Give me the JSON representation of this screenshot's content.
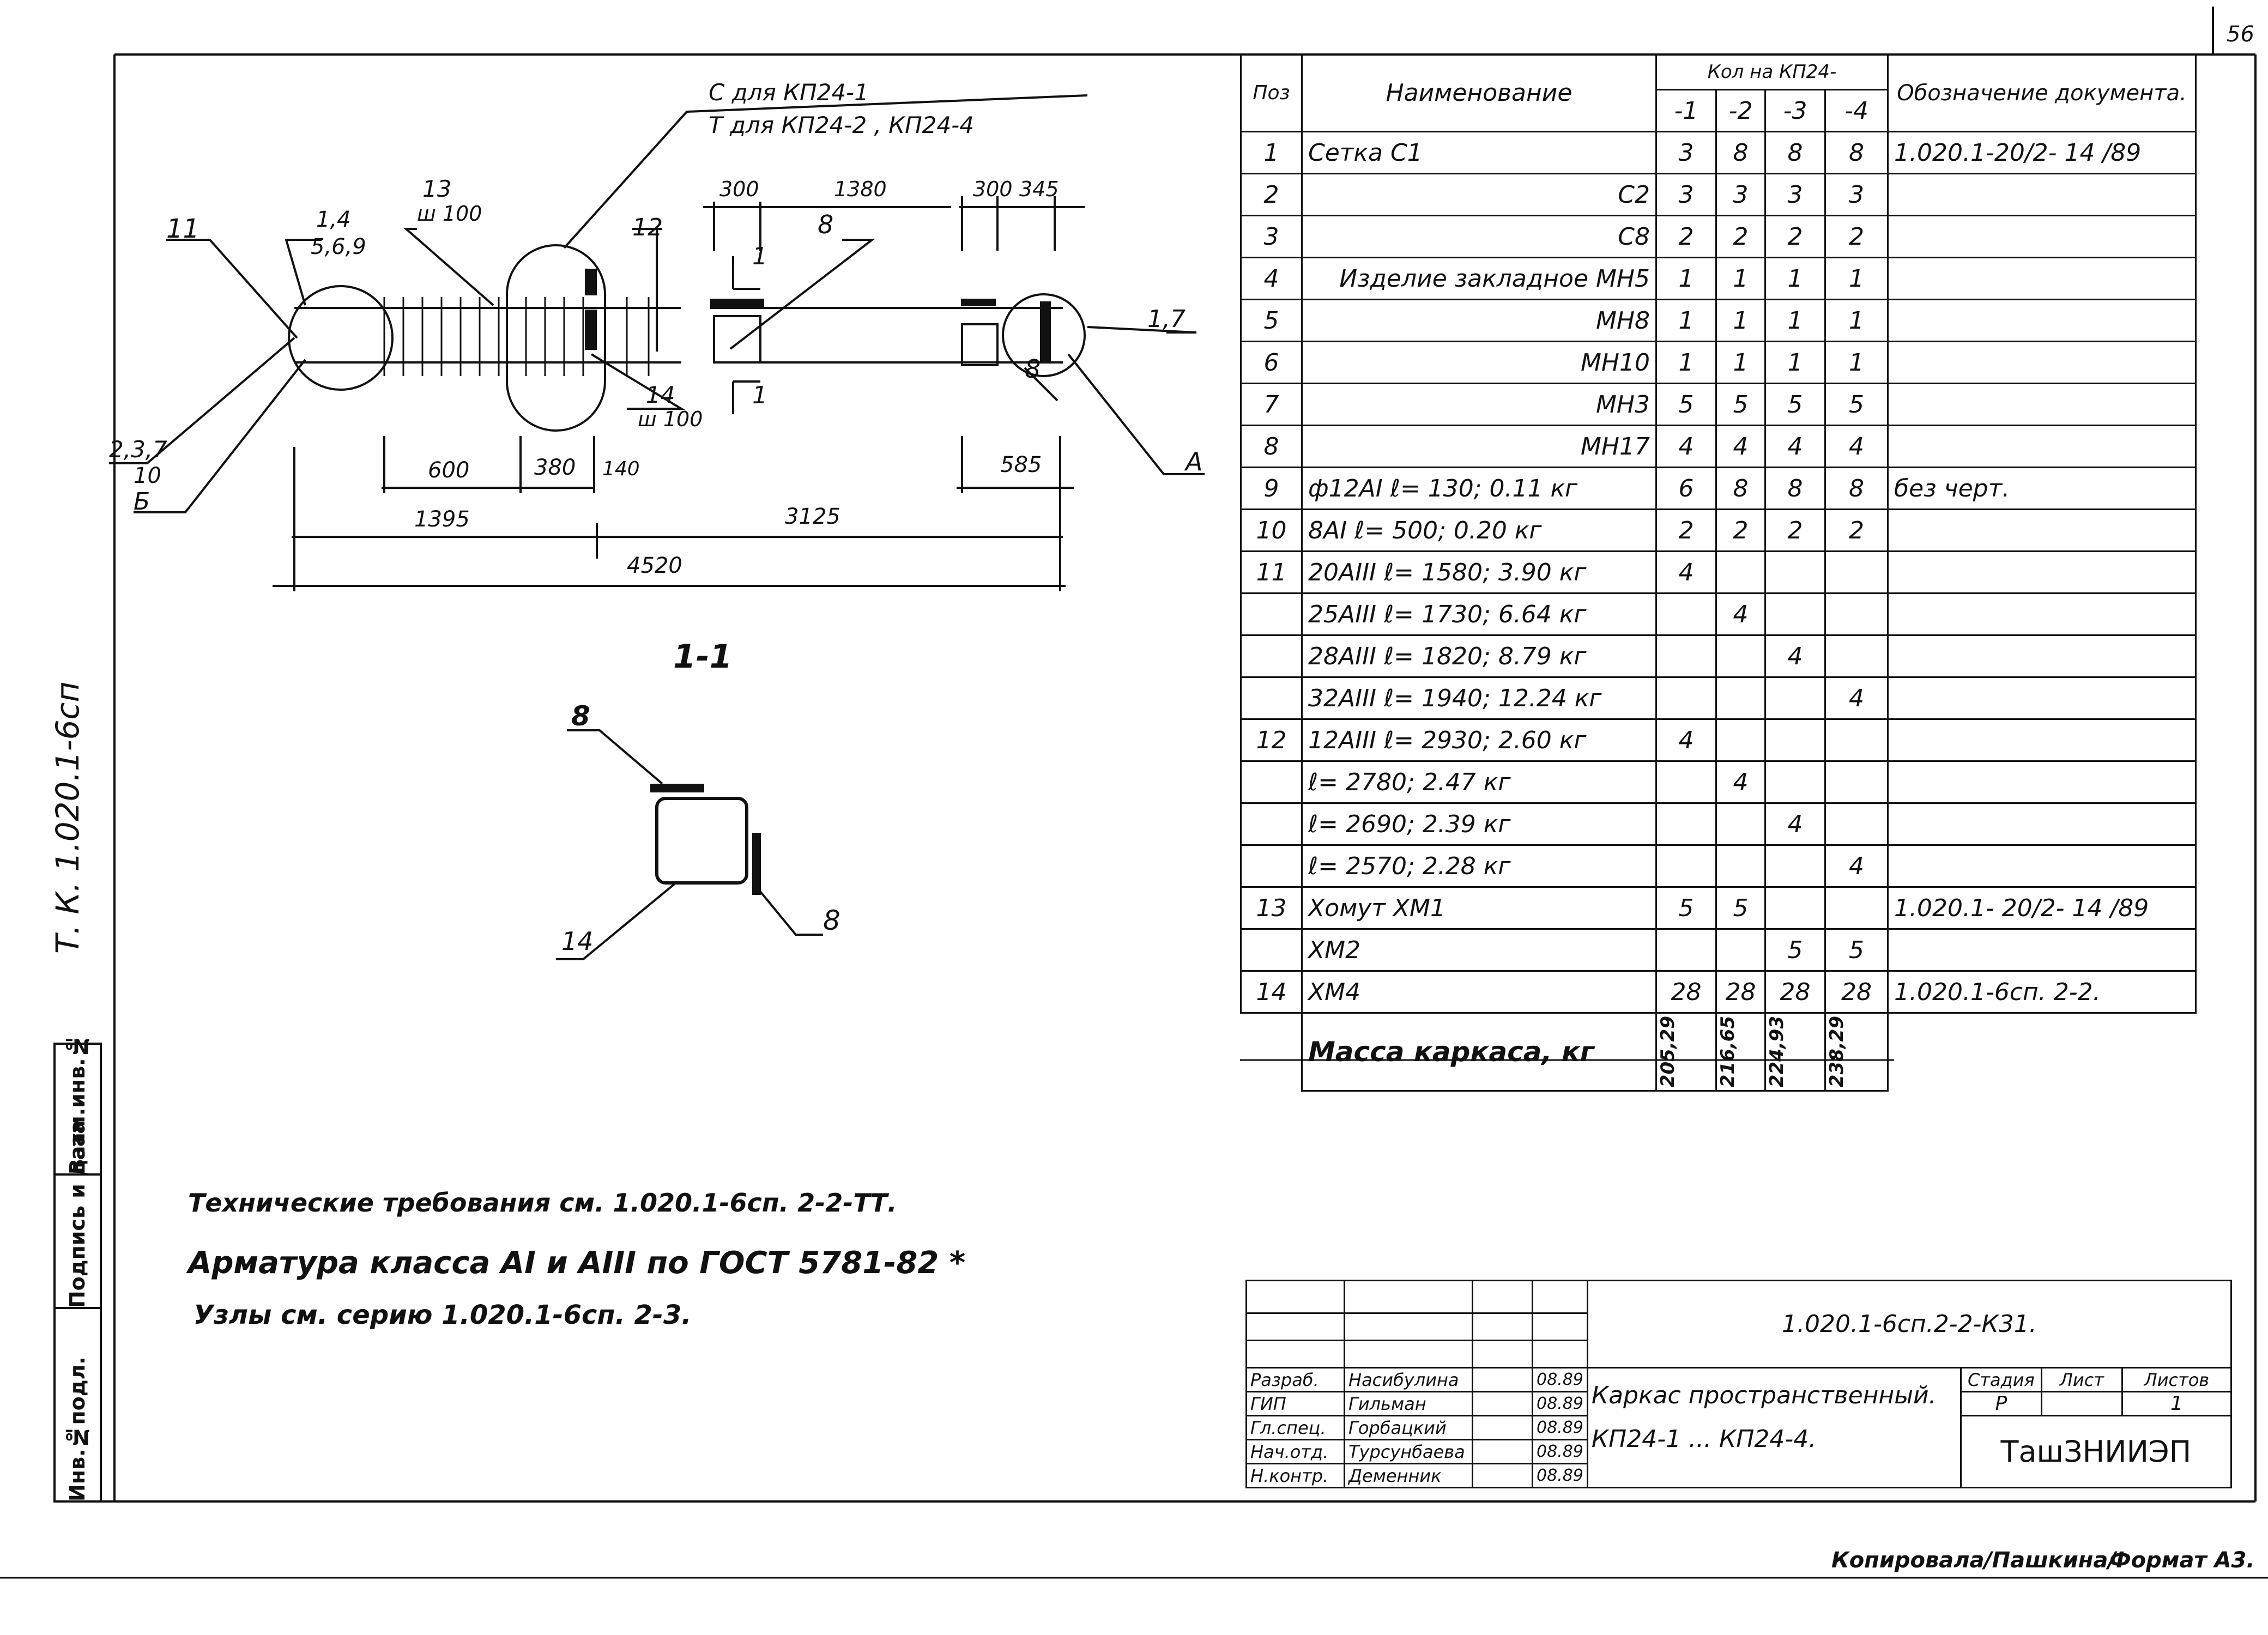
{
  "sheet_number": "56",
  "side_label": "Т. К. 1.020.1-6сп",
  "stamp_left_labels": [
    "Инв.№подл.",
    "Подпись и дата",
    "Взам.инв.№"
  ],
  "drawing": {
    "callouts": {
      "c_for": "С для КП24-1",
      "t_for": "Т для КП24-2 , КП24-4",
      "c13": "13",
      "w100_top": "ш 100",
      "c14_9": "1,4",
      "c5_6_9": "5,6,9",
      "c11": "11",
      "c12": "12",
      "c8_top": "8",
      "c1_top": "1",
      "c1_bottom": "1",
      "c14": "14",
      "w100_bottom": "ш 100",
      "c17": "1,7",
      "c8_right": "8",
      "cA": "А",
      "c237": "2,3,7",
      "c10": "10",
      "cB": "Б"
    },
    "dims": {
      "d300a": "300",
      "d1380": "1380",
      "d300b": "300",
      "d345": "345",
      "d600": "600",
      "d380": "380",
      "d140": "140",
      "d585": "585",
      "d1395": "1395",
      "d3125": "3125",
      "d4520": "4520"
    },
    "section_title": "1-1",
    "section_callouts": {
      "s8_top": "8",
      "s14": "14",
      "s8_right": "8"
    }
  },
  "spec": {
    "headers": {
      "pos": "Поз",
      "name": "Наименование",
      "qty_group": "Кол на КП24-",
      "qty_cols": [
        "-1",
        "-2",
        "-3",
        "-4"
      ],
      "doc": "Обозначение документа."
    },
    "rows": [
      {
        "pos": "1",
        "name": "Сетка С1",
        "q": [
          "3",
          "8",
          "8",
          "8"
        ],
        "doc": "1.020.1-20/2- 14 /89"
      },
      {
        "pos": "2",
        "name": "С2",
        "q": [
          "3",
          "3",
          "3",
          "3"
        ],
        "doc": ""
      },
      {
        "pos": "3",
        "name": "С8",
        "q": [
          "2",
          "2",
          "2",
          "2"
        ],
        "doc": ""
      },
      {
        "pos": "4",
        "name": "Изделие закладное МН5",
        "q": [
          "1",
          "1",
          "1",
          "1"
        ],
        "doc": ""
      },
      {
        "pos": "5",
        "name": "МН8",
        "q": [
          "1",
          "1",
          "1",
          "1"
        ],
        "doc": ""
      },
      {
        "pos": "6",
        "name": "МН10",
        "q": [
          "1",
          "1",
          "1",
          "1"
        ],
        "doc": ""
      },
      {
        "pos": "7",
        "name": "МН3",
        "q": [
          "5",
          "5",
          "5",
          "5"
        ],
        "doc": ""
      },
      {
        "pos": "8",
        "name": "МН17",
        "q": [
          "4",
          "4",
          "4",
          "4"
        ],
        "doc": ""
      },
      {
        "pos": "9",
        "name": "ф12АI  ℓ= 130;  0.11 кг",
        "q": [
          "6",
          "8",
          "8",
          "8"
        ],
        "doc": "без черт."
      },
      {
        "pos": "10",
        "name": "8АI  ℓ= 500;  0.20 кг",
        "q": [
          "2",
          "2",
          "2",
          "2"
        ],
        "doc": ""
      },
      {
        "pos": "11",
        "name": "20АIII  ℓ= 1580;  3.90 кг",
        "q": [
          "4",
          "",
          "",
          ""
        ],
        "doc": ""
      },
      {
        "pos": "",
        "name": "25АIII  ℓ= 1730;  6.64 кг",
        "q": [
          "",
          "4",
          "",
          ""
        ],
        "doc": ""
      },
      {
        "pos": "",
        "name": "28АIII  ℓ= 1820;  8.79 кг",
        "q": [
          "",
          "",
          "4",
          ""
        ],
        "doc": ""
      },
      {
        "pos": "",
        "name": "32АIII  ℓ= 1940;  12.24 кг",
        "q": [
          "",
          "",
          "",
          "4"
        ],
        "doc": ""
      },
      {
        "pos": "12",
        "name": "12АIII  ℓ= 2930;  2.60 кг",
        "q": [
          "4",
          "",
          "",
          ""
        ],
        "doc": ""
      },
      {
        "pos": "",
        "name": "ℓ= 2780;  2.47 кг",
        "q": [
          "",
          "4",
          "",
          ""
        ],
        "doc": ""
      },
      {
        "pos": "",
        "name": "ℓ= 2690;  2.39 кг",
        "q": [
          "",
          "",
          "4",
          ""
        ],
        "doc": ""
      },
      {
        "pos": "",
        "name": "ℓ= 2570;  2.28 кг",
        "q": [
          "",
          "",
          "",
          "4"
        ],
        "doc": ""
      },
      {
        "pos": "13",
        "name": "Хомут  ХМ1",
        "q": [
          "5",
          "5",
          "",
          ""
        ],
        "doc": "1.020.1- 20/2- 14 /89"
      },
      {
        "pos": "",
        "name": "ХМ2",
        "q": [
          "",
          "",
          "5",
          "5"
        ],
        "doc": ""
      },
      {
        "pos": "14",
        "name": "ХМ4",
        "q": [
          "28",
          "28",
          "28",
          "28"
        ],
        "doc": "1.020.1-6сп. 2-2."
      }
    ],
    "mass_label": "Масса каркаса, кг",
    "mass_values": [
      "205,29",
      "216,65",
      "224,93",
      "238,29"
    ]
  },
  "notes": [
    "Технические требования см. 1.020.1-6сп. 2-2-ТТ.",
    "Арматура класса АI и АIII по ГОСТ 5781-82 *",
    "Узлы см. серию  1.020.1-6сп. 2-3."
  ],
  "title_block": {
    "code": "1.020.1-6сп.2-2-К31.",
    "roles": [
      {
        "role": "Разраб.",
        "name": "Насибулина",
        "date": "08.89"
      },
      {
        "role": "ГИП",
        "name": "Гильман",
        "date": "08.89"
      },
      {
        "role": "Гл.спец.",
        "name": "Горбацкий",
        "date": "08.89"
      },
      {
        "role": "Нач.отд.",
        "name": "Турсунбаева",
        "date": "08.89"
      },
      {
        "role": "Н.контр.",
        "name": "Деменник",
        "date": "08.89"
      }
    ],
    "title_line1": "Каркас пространственный.",
    "title_line2": "КП24-1 ... КП24-4.",
    "stage_label": "Стадия",
    "sheet_label": "Лист",
    "sheets_label": "Листов",
    "stage_value": "Р",
    "sheets_value": "1",
    "organization": "ТашЗНИИЭП"
  },
  "footer": {
    "copied": "Копировала",
    "copier": "/Пашкина/",
    "format": "Формат А3."
  }
}
